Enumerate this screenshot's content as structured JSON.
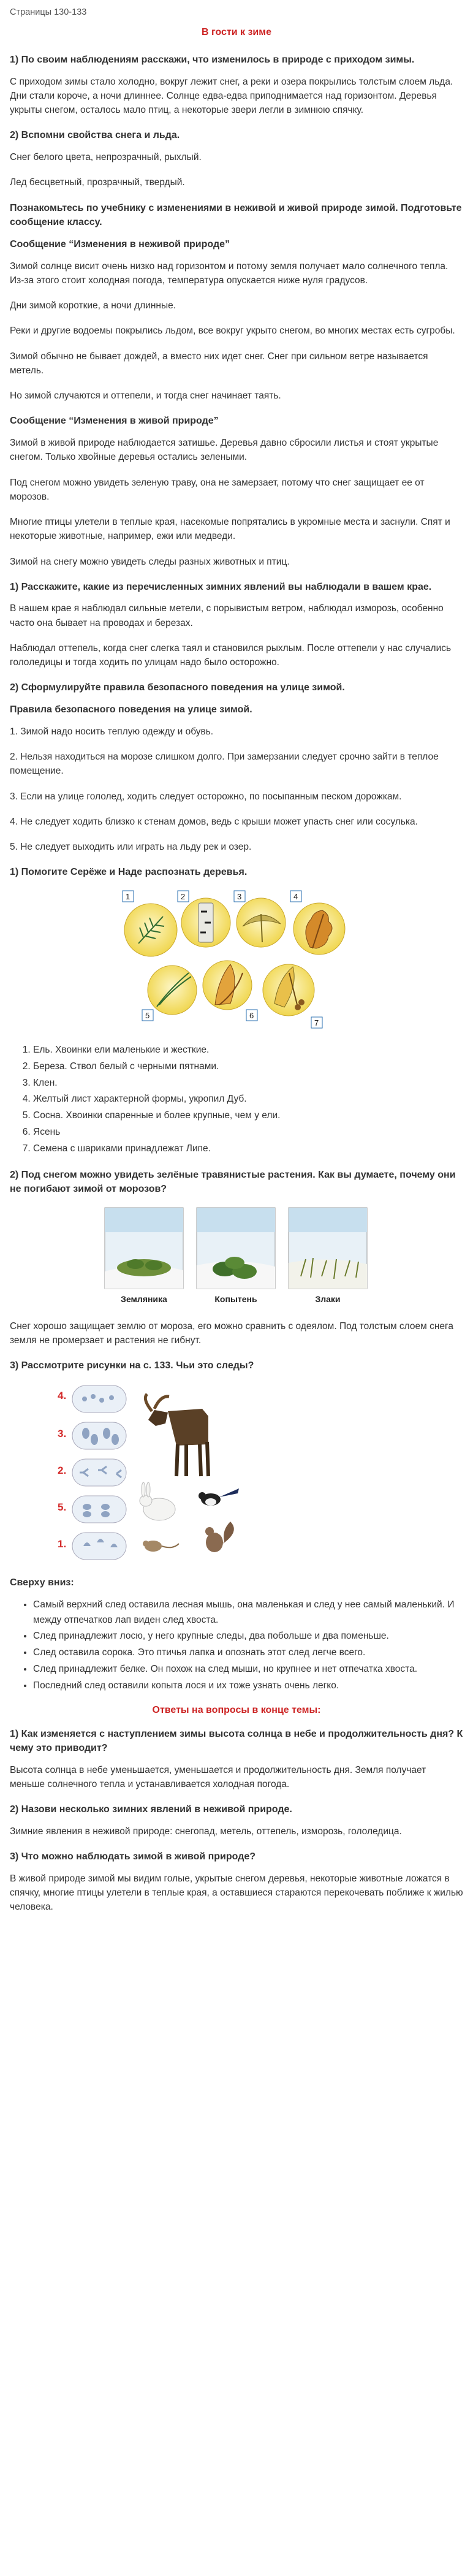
{
  "pages_label": "Страницы 130-133",
  "title": "В гости к зиме",
  "blocks": [
    {
      "type": "h",
      "text": "1) По своим наблюдениям расскажи, что изменилось в природе с приходом зимы."
    },
    {
      "type": "p",
      "text": "С приходом зимы стало холодно, вокруг лежит снег, а реки и озера покрылись толстым слоем льда. Дни стали короче, а ночи длиннее. Солнце едва-едва приподнимается над горизонтом. Деревья укрыты снегом, осталось мало птиц, а некоторые звери легли в зимнюю спячку."
    },
    {
      "type": "h",
      "text": "2) Вспомни свойства снега и льда."
    },
    {
      "type": "p",
      "text": "Снег белого цвета, непрозрачный, рыхлый."
    },
    {
      "type": "p",
      "text": "Лед бесцветный, прозрачный, твердый."
    },
    {
      "type": "h",
      "text": "Познакомьтесь по учебнику с изменениями в неживой и живой природе зимой. Подготовьте сообщение классу."
    },
    {
      "type": "h",
      "text": "Сообщение “Изменения в неживой природе”"
    },
    {
      "type": "p",
      "text": "Зимой солнце висит очень низко над горизонтом и потому земля получает мало солнечного тепла. Из-за этого стоит холодная погода, температура опускается ниже нуля градусов."
    },
    {
      "type": "p",
      "text": "Дни зимой короткие, а ночи длинные."
    },
    {
      "type": "p",
      "text": "Реки и другие водоемы покрылись льдом, все вокруг укрыто снегом, во многих местах есть сугробы."
    },
    {
      "type": "p",
      "text": "Зимой обычно не бывает дождей, а вместо них идет снег. Снег при сильном ветре называется метель."
    },
    {
      "type": "p",
      "text": "Но зимой случаются и оттепели, и тогда снег начинает таять."
    },
    {
      "type": "h",
      "text": "Сообщение “Изменения в живой природе”"
    },
    {
      "type": "p",
      "text": "Зимой в живой природе наблюдается затишье. Деревья давно сбросили листья и стоят укрытые снегом. Только хвойные деревья остались зелеными."
    },
    {
      "type": "p",
      "text": "Под снегом можно увидеть зеленую траву, она не замерзает, потому что снег защищает ее от морозов."
    },
    {
      "type": "p",
      "text": "Многие птицы улетели в теплые края, насекомые попрятались в укромные места и заснули. Спят и некоторые животные, например, ежи или медведи."
    },
    {
      "type": "p",
      "text": "Зимой на снегу можно увидеть следы разных животных и птиц."
    },
    {
      "type": "h",
      "text": "1) Расскажите, какие из перечисленных зимних явлений вы наблюдали в вашем крае."
    },
    {
      "type": "p",
      "text": "В нашем крае я наблюдал сильные метели, с порывистым ветром, наблюдал изморозь, особенно часто она бывает на проводах и березах."
    },
    {
      "type": "p",
      "text": "Наблюдал оттепель, когда снег слегка таял и становился рыхлым. После оттепели у нас случались гололедицы и тогда ходить по улицам надо было осторожно."
    },
    {
      "type": "h",
      "text": "2) Сформулируйте правила безопасного поведения на улице зимой."
    },
    {
      "type": "h",
      "text": "Правила безопасного поведения на улице зимой."
    },
    {
      "type": "p",
      "text": "1. Зимой надо носить теплую одежду и обувь."
    },
    {
      "type": "p",
      "text": "2. Нельзя находиться на морозе слишком долго. При замерзании следует срочно зайти в теплое помещение."
    },
    {
      "type": "p",
      "text": "3. Если на улице гололед, ходить следует осторожно, по посыпанным песком дорожкам."
    },
    {
      "type": "p",
      "text": "4. Не следует ходить близко к стенам домов, ведь с крыши может упасть снег или сосулька."
    },
    {
      "type": "p",
      "text": "5. Не следует выходить или играть на льду рек и озер."
    },
    {
      "type": "h",
      "text": "1) Помогите Серёже и Наде распознать деревья."
    },
    {
      "type": "fig",
      "id": "leaves",
      "numbers": [
        "1",
        "2",
        "3",
        "4",
        "5",
        "6",
        "7"
      ]
    },
    {
      "type": "ol",
      "items": [
        "Ель. Хвоинки ели маленькие и жесткие.",
        "Береза. Ствол белый с черными пятнами.",
        "Клен.",
        "Желтый лист характерной формы, укропил Дуб.",
        "Сосна. Хвоинки спаренные и более крупные, чем у ели.",
        "Ясень",
        "Семена с шариками принадлежат Липе."
      ]
    },
    {
      "type": "h",
      "text": "2) Под снегом можно увидеть зелёные травянистые растения. Как вы думаете, почему они не погибают зимой от морозов?"
    },
    {
      "type": "fig",
      "id": "plants",
      "captions": [
        "Земляника",
        "Копытень",
        "Злаки"
      ]
    },
    {
      "type": "p",
      "text": "Снег хорошо защищает землю от мороза, его можно сравнить с одеялом. Под толстым слоем снега земля не промерзает и растения не гибнут."
    },
    {
      "type": "h",
      "text": "3) Рассмотрите рисунки на с. 133. Чьи это следы?"
    },
    {
      "type": "fig",
      "id": "tracks",
      "numbers": [
        "4.",
        "3.",
        "2.",
        "5.",
        "1."
      ]
    },
    {
      "type": "h",
      "text": "Сверху вниз:"
    },
    {
      "type": "ul",
      "items": [
        "Самый верхний след оставила лесная мышь, она маленькая и след у нее самый маленький. И между отпечатков лап виден след хвоста.",
        "След принадлежит лосю, у него крупные следы, два побольше и два поменьше.",
        "След оставила сорока. Это птичья лапка и опознать этот след легче всего.",
        "След принадлежит белке. Он похож на след мыши, но крупнее и нет отпечатка хвоста.",
        "Последний след оставили копыта лося и их тоже узнать очень легко."
      ]
    },
    {
      "type": "red",
      "text": "Ответы на вопросы в конце темы:"
    },
    {
      "type": "h",
      "text": "1) Как изменяется с наступлением зимы высота солнца в небе и продолжительность дня? К чему это приводит?"
    },
    {
      "type": "p",
      "text": "Высота солнца в небе уменьшается, уменьшается и продолжительность дня. Земля получает меньше солнечного тепла и устанавливается холодная погода."
    },
    {
      "type": "h",
      "text": "2) Назови несколько зимних явлений в неживой природе."
    },
    {
      "type": "p",
      "text": "Зимние явления в неживой природе: снегопад, метель, оттепель, изморозь, гололедица."
    },
    {
      "type": "h",
      "text": "3) Что можно наблюдать зимой в живой природе?"
    },
    {
      "type": "p",
      "text": "В живой природе зимой мы видим голые, укрытые снегом деревья, некоторые животные ложатся в спячку, многие птицы улетели в теплые края, а оставшиеся стараются перекочевать поближе к жилью человека."
    }
  ]
}
